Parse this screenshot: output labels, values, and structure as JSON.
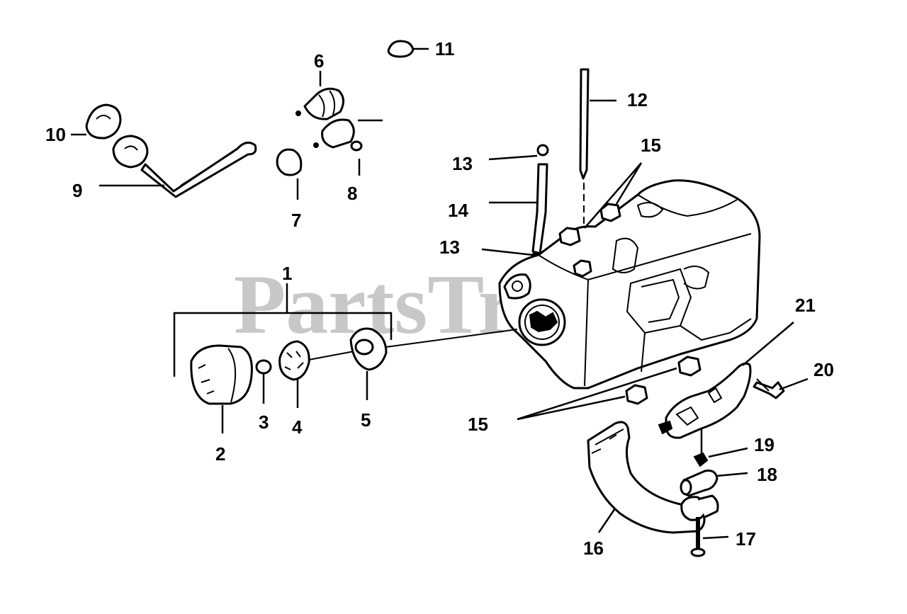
{
  "watermark": "PartsTree",
  "callouts": [
    "1",
    "2",
    "3",
    "4",
    "5",
    "6",
    "7",
    "8",
    "9",
    "10",
    "11",
    "12",
    "13",
    "13",
    "14",
    "15",
    "15",
    "16",
    "17",
    "18",
    "19",
    "20",
    "21"
  ]
}
